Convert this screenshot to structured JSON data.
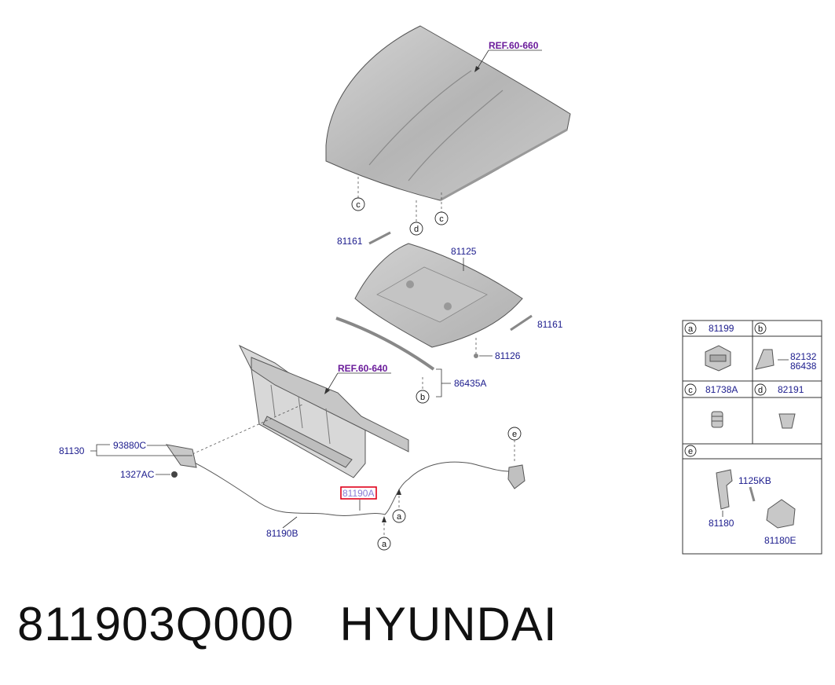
{
  "refs": {
    "hood": "REF.60-660",
    "carrier": "REF.60-640"
  },
  "parts": {
    "p81161_top": "81161",
    "p81125": "81125",
    "p81161_right": "81161",
    "p81126": "81126",
    "p86435A": "86435A",
    "p81130": "81130",
    "p93880C": "93880C",
    "p1327AC": "1327AC",
    "p81190A": "81190A",
    "p81190B": "81190B"
  },
  "callouts": {
    "a": "a",
    "b": "b",
    "c": "c",
    "d": "d",
    "e": "e"
  },
  "legend": {
    "a_part": "81199",
    "b_part1": "82132",
    "b_part2": "86438",
    "c_part": "81738A",
    "d_part": "82191",
    "e_bolt": "1125KB",
    "e_handle": "81180",
    "e_latch": "81180E"
  },
  "caption": {
    "part_number": "811903Q000",
    "brand": "HYUNDAI"
  },
  "colors": {
    "label": "#1a1a8c",
    "ref": "#6a1b9a",
    "highlight": "#e0001b",
    "panel": "#bdbdbd"
  }
}
